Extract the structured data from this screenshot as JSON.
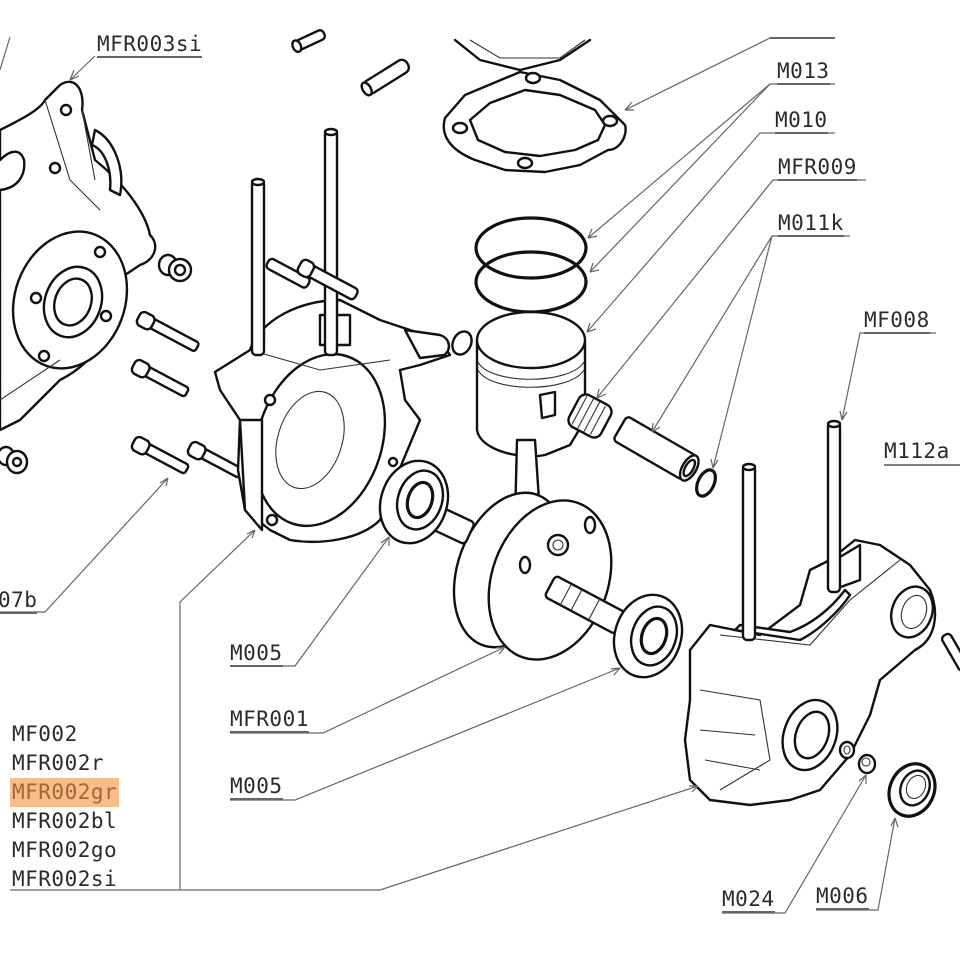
{
  "diagram": {
    "type": "exploded-parts-diagram",
    "subject": "engine crankcase assembly"
  },
  "labels": {
    "mfr003si": "MFR003si",
    "top_right_unlabeled": "",
    "m013": "M013",
    "m010": "M010",
    "mfr009": "MFR009",
    "m011k": "M011k",
    "mf008": "MF008",
    "m112a": "M112a",
    "left_07b": "07b",
    "m005_upper": "M005",
    "mfr001": "MFR001",
    "m005_lower": "M005",
    "m024": "M024",
    "m006": "M006"
  },
  "variant_list": {
    "items": [
      {
        "label": "MF002",
        "highlighted": false
      },
      {
        "label": "MFR002r",
        "highlighted": false
      },
      {
        "label": "MFR002gr",
        "highlighted": true
      },
      {
        "label": "MFR002bl",
        "highlighted": false
      },
      {
        "label": "MFR002go",
        "highlighted": false
      },
      {
        "label": "MFR002si",
        "highlighted": false
      }
    ],
    "highlight_bg": "#f9bd8c",
    "highlight_text": "#a0672e"
  }
}
